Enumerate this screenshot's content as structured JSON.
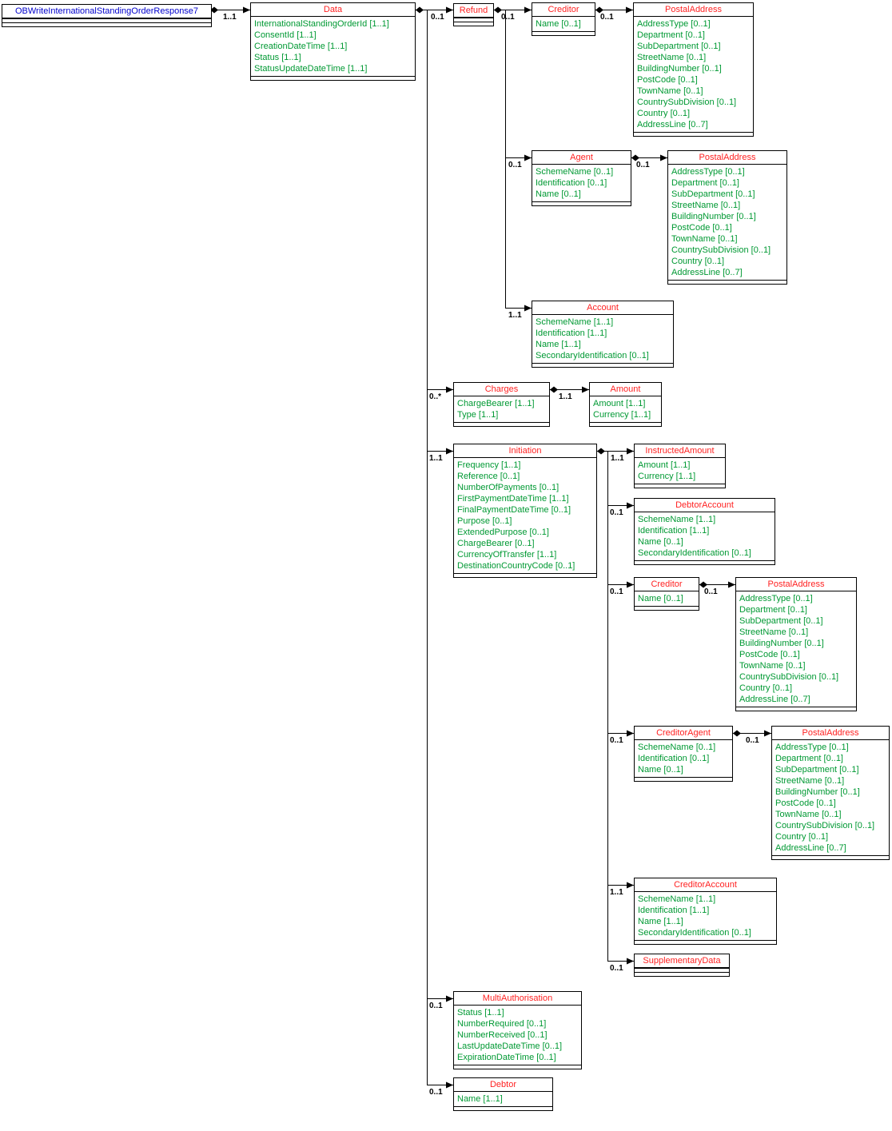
{
  "diagram_title": "OBWriteInternationalStandingOrderResponse7",
  "colors": {
    "root_title": "#0000cc",
    "class_title": "#ff2222",
    "attribute_text": "#009933",
    "connector": "#000000",
    "background": "#ffffff"
  },
  "nodes": {
    "root": {
      "title": "OBWriteInternationalStandingOrderResponse7",
      "attrs": []
    },
    "data": {
      "title": "Data",
      "attrs": [
        "InternationalStandingOrderId [1..1]",
        "ConsentId [1..1]",
        "CreationDateTime [1..1]",
        "Status [1..1]",
        "StatusUpdateDateTime [1..1]"
      ]
    },
    "refund": {
      "title": "Refund",
      "attrs": []
    },
    "creditor_top": {
      "title": "Creditor",
      "attrs": [
        "Name [0..1]"
      ]
    },
    "postal_top": {
      "title": "PostalAddress",
      "attrs": [
        "AddressType [0..1]",
        "Department [0..1]",
        "SubDepartment [0..1]",
        "StreetName [0..1]",
        "BuildingNumber [0..1]",
        "PostCode [0..1]",
        "TownName [0..1]",
        "CountrySubDivision [0..1]",
        "Country [0..1]",
        "AddressLine [0..7]"
      ]
    },
    "agent": {
      "title": "Agent",
      "attrs": [
        "SchemeName [0..1]",
        "Identification [0..1]",
        "Name [0..1]"
      ]
    },
    "postal_agent": {
      "title": "PostalAddress",
      "attrs": [
        "AddressType [0..1]",
        "Department [0..1]",
        "SubDepartment [0..1]",
        "StreetName [0..1]",
        "BuildingNumber [0..1]",
        "PostCode [0..1]",
        "TownName [0..1]",
        "CountrySubDivision [0..1]",
        "Country [0..1]",
        "AddressLine [0..7]"
      ]
    },
    "account": {
      "title": "Account",
      "attrs": [
        "SchemeName [1..1]",
        "Identification [1..1]",
        "Name [1..1]",
        "SecondaryIdentification [0..1]"
      ]
    },
    "charges": {
      "title": "Charges",
      "attrs": [
        "ChargeBearer [1..1]",
        "Type [1..1]"
      ]
    },
    "amount": {
      "title": "Amount",
      "attrs": [
        "Amount [1..1]",
        "Currency [1..1]"
      ]
    },
    "initiation": {
      "title": "Initiation",
      "attrs": [
        "Frequency [1..1]",
        "Reference [0..1]",
        "NumberOfPayments [0..1]",
        "FirstPaymentDateTime [1..1]",
        "FinalPaymentDateTime [0..1]",
        "Purpose [0..1]",
        "ExtendedPurpose [0..1]",
        "ChargeBearer [0..1]",
        "CurrencyOfTransfer [1..1]",
        "DestinationCountryCode [0..1]"
      ]
    },
    "instructed_amount": {
      "title": "InstructedAmount",
      "attrs": [
        "Amount [1..1]",
        "Currency [1..1]"
      ]
    },
    "debtor_account": {
      "title": "DebtorAccount",
      "attrs": [
        "SchemeName [1..1]",
        "Identification [1..1]",
        "Name [0..1]",
        "SecondaryIdentification [0..1]"
      ]
    },
    "creditor_mid": {
      "title": "Creditor",
      "attrs": [
        "Name [0..1]"
      ]
    },
    "postal_mid": {
      "title": "PostalAddress",
      "attrs": [
        "AddressType [0..1]",
        "Department [0..1]",
        "SubDepartment [0..1]",
        "StreetName [0..1]",
        "BuildingNumber [0..1]",
        "PostCode [0..1]",
        "TownName [0..1]",
        "CountrySubDivision [0..1]",
        "Country [0..1]",
        "AddressLine [0..7]"
      ]
    },
    "creditor_agent": {
      "title": "CreditorAgent",
      "attrs": [
        "SchemeName [0..1]",
        "Identification [0..1]",
        "Name [0..1]"
      ]
    },
    "postal_creditor_agent": {
      "title": "PostalAddress",
      "attrs": [
        "AddressType [0..1]",
        "Department [0..1]",
        "SubDepartment [0..1]",
        "StreetName [0..1]",
        "BuildingNumber [0..1]",
        "PostCode [0..1]",
        "TownName [0..1]",
        "CountrySubDivision [0..1]",
        "Country [0..1]",
        "AddressLine [0..7]"
      ]
    },
    "creditor_account": {
      "title": "CreditorAccount",
      "attrs": [
        "SchemeName [1..1]",
        "Identification [1..1]",
        "Name [1..1]",
        "SecondaryIdentification [0..1]"
      ]
    },
    "supplementary_data": {
      "title": "SupplementaryData",
      "attrs": []
    },
    "multi_authorisation": {
      "title": "MultiAuthorisation",
      "attrs": [
        "Status [1..1]",
        "NumberRequired [0..1]",
        "NumberReceived [0..1]",
        "LastUpdateDateTime [0..1]",
        "ExpirationDateTime [0..1]"
      ]
    },
    "debtor": {
      "title": "Debtor",
      "attrs": [
        "Name [1..1]"
      ]
    }
  },
  "edge_labels": {
    "root_data": "1..1",
    "data_refund": "0..1",
    "refund_creditor": "0..1",
    "creditor_postal": "0..1",
    "refund_agent": "0..1",
    "agent_postal": "0..1",
    "refund_account": "1..1",
    "data_charges": "0..*",
    "charges_amount": "1..1",
    "data_initiation": "1..1",
    "initiation_instructedamount": "1..1",
    "initiation_debtoraccount": "0..1",
    "initiation_creditor": "0..1",
    "creditor_mid_postal": "0..1",
    "initiation_creditoragent": "0..1",
    "creditoragent_postal": "0..1",
    "initiation_creditoraccount": "1..1",
    "initiation_supplementarydata": "0..1",
    "data_multiauthorisation": "0..1",
    "data_debtor": "0..1"
  }
}
